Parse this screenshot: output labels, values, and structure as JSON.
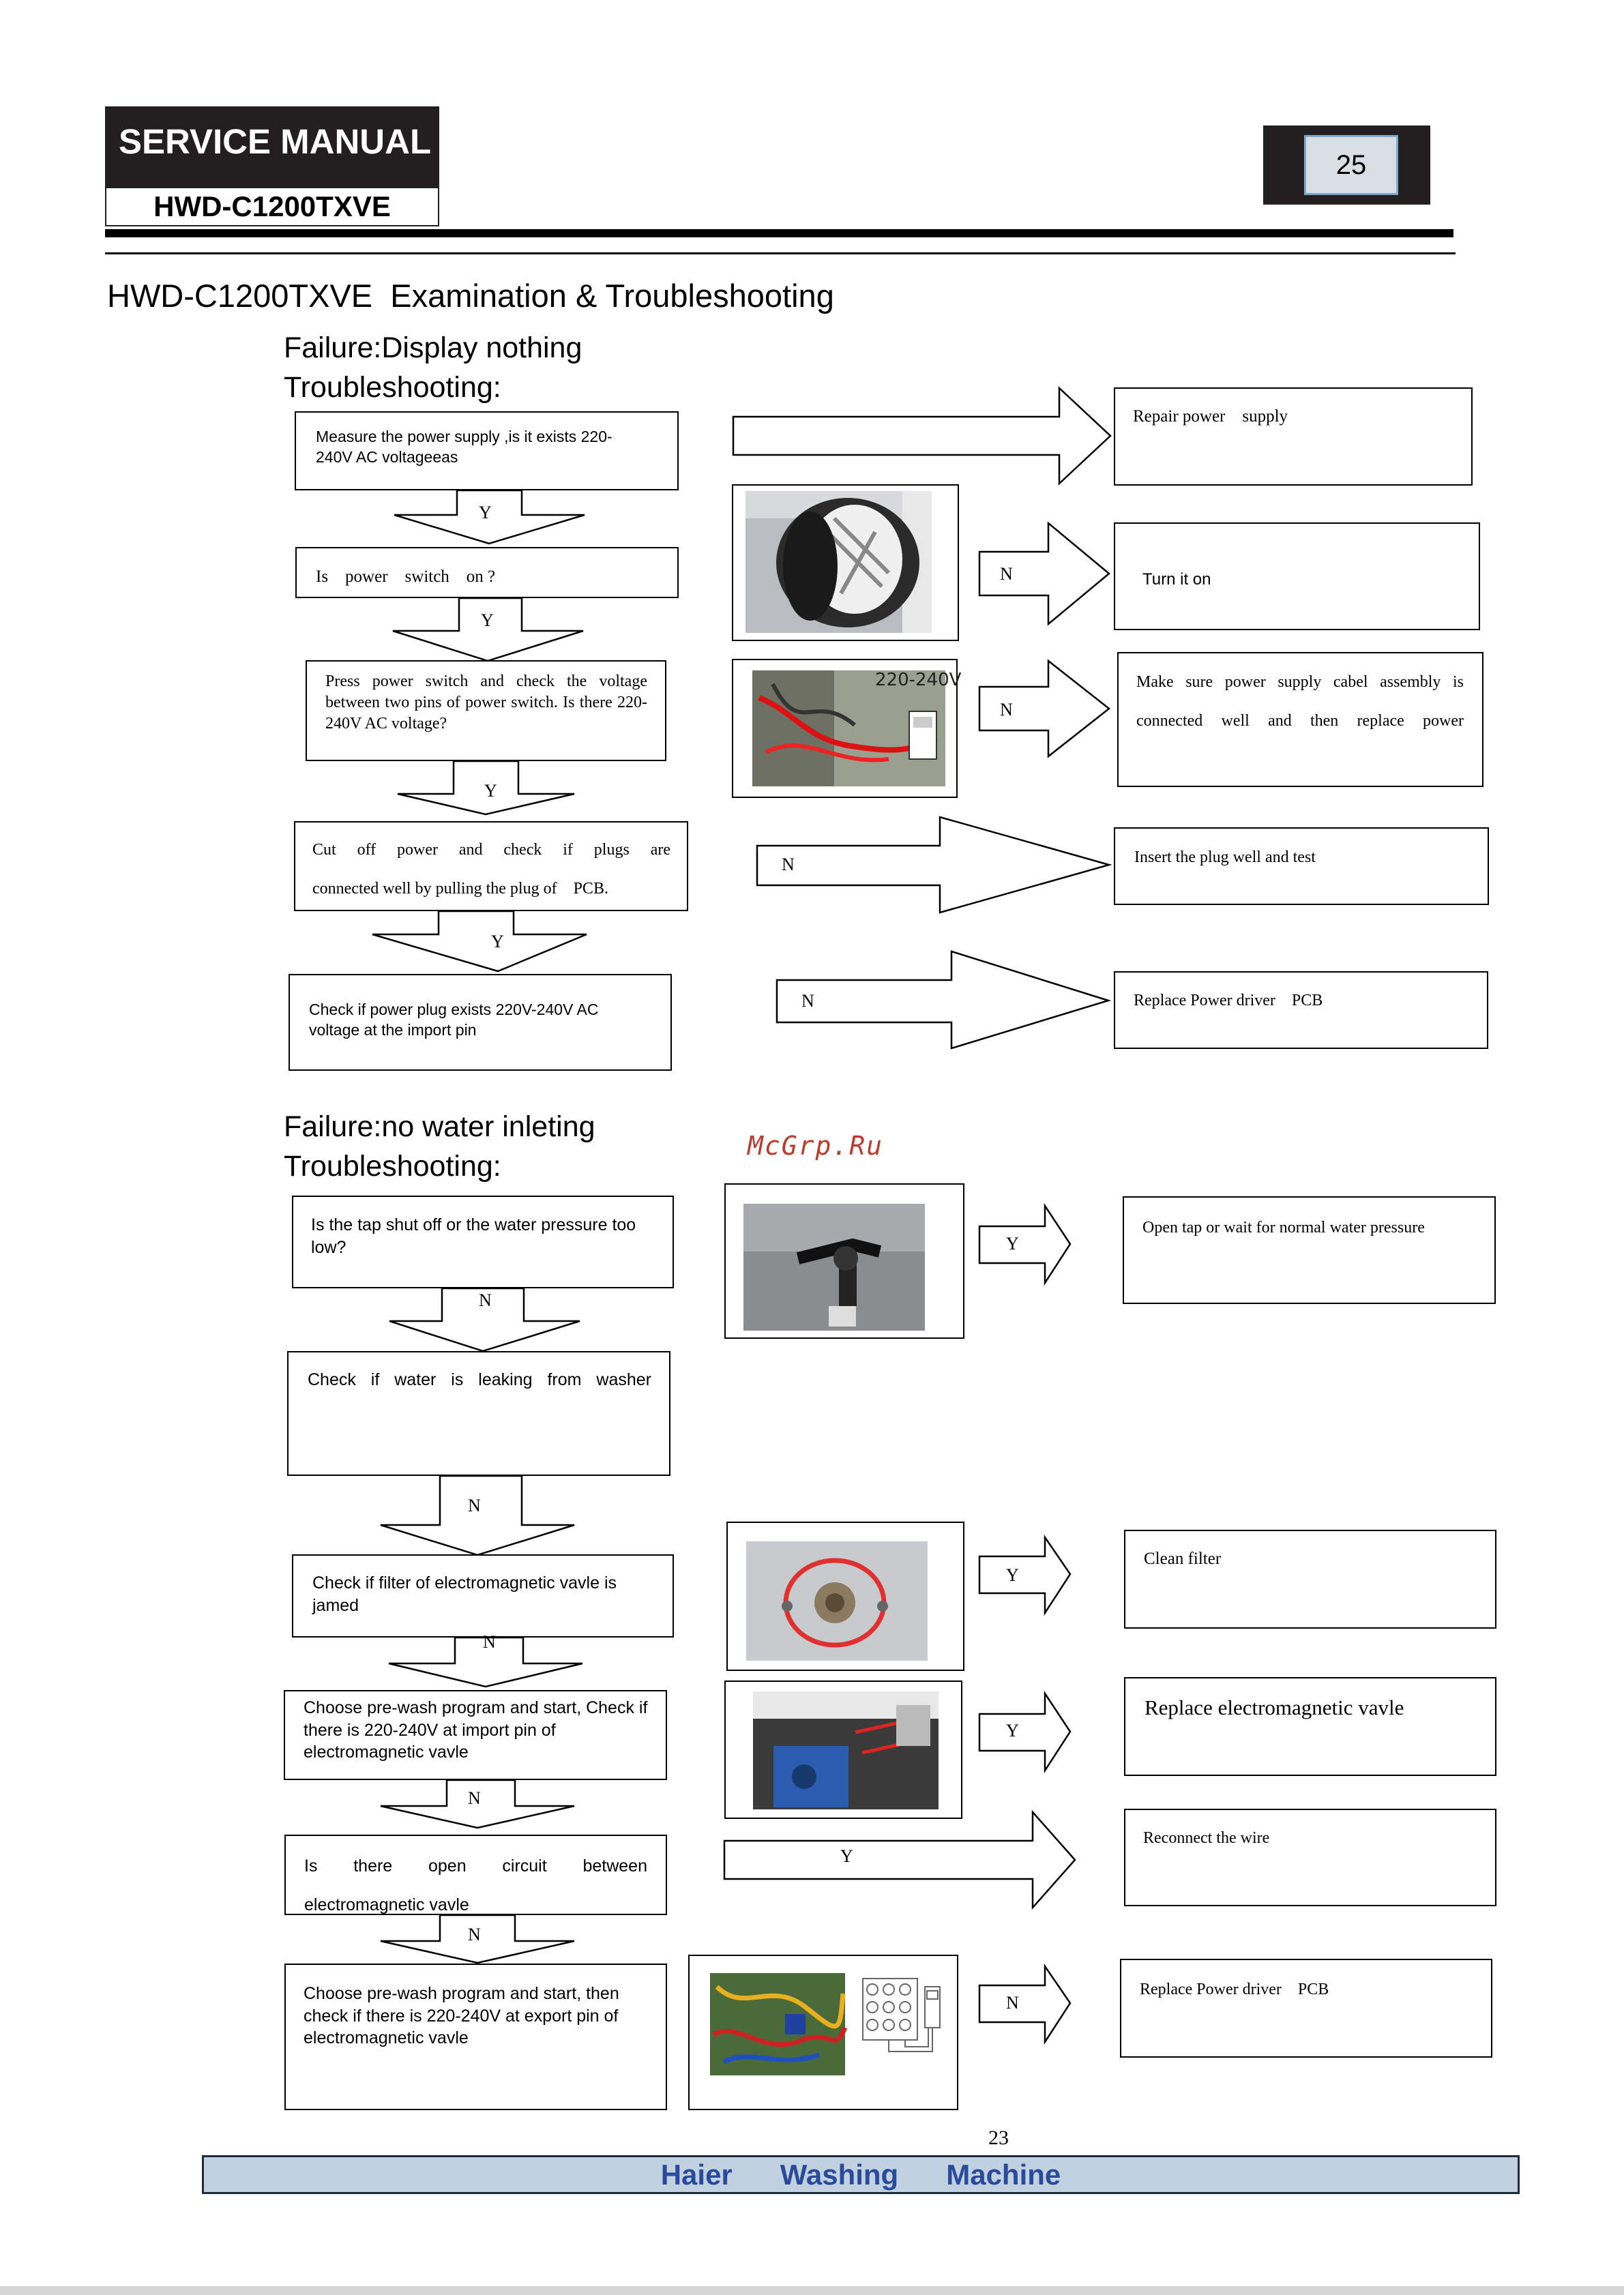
{
  "header": {
    "manual_title": "SERVICE MANUAL",
    "model": "HWD-C1200TXVE",
    "page_badge": "25"
  },
  "page_heading": "HWD-C1200TXVE  Examination & Troubleshooting",
  "section1": {
    "failure": "Failure:Display nothing",
    "troubleshooting": "Troubleshooting:",
    "steps": [
      "Measure the power supply ,is it exists 220-240V AC voltageeas",
      "Is    power    switch    on ?",
      "Press power switch and check the voltage between two pins of power switch. Is there 220-240V AC voltage?",
      "Cut off power and check if plugs are",
      "connected well by pulling the plug of    PCB.",
      "Check if power plug exists 220V-240V AC voltage at the import pin"
    ],
    "actions": [
      "Repair power    supply",
      "Turn it on",
      "Make sure power supply cabel assembly is",
      "connected well and then replace power",
      "Insert the plug well and test",
      "Replace Power driver    PCB"
    ],
    "yes": "Y",
    "no": "N",
    "photo_label": "220-240V"
  },
  "watermark": "McGrp.Ru",
  "section2": {
    "failure": "Failure:no water inleting",
    "troubleshooting": "Troubleshooting:",
    "steps": [
      "Is the tap shut off or the water pressure too low?",
      "Check if water is leaking from washer",
      "Check if filter of electromagnetic vavle is jamed",
      "Choose pre-wash program and start, Check if there is 220-240V at import pin of electromagnetic vavle",
      "Is there open circuit between",
      "electromagnetic vavle",
      "Choose pre-wash program and start, then check if there is 220-240V at export pin of electromagnetic vavle"
    ],
    "actions": [
      "Open tap or wait for normal water pressure",
      "Clean filter",
      "Replace electromagnetic vavle",
      "Reconnect the wire",
      "Replace Power driver    PCB"
    ],
    "yes": "Y",
    "no": "N"
  },
  "footer": {
    "page_number": "23",
    "brand_words": [
      "Haier",
      "Washing",
      "Machine"
    ]
  },
  "colors": {
    "header_bg": "#231f20",
    "badge_bg": "#d8dee4",
    "footer_bg": "#c2d1e0",
    "footer_text": "#2a4b9b",
    "watermark": "#c0392b"
  }
}
